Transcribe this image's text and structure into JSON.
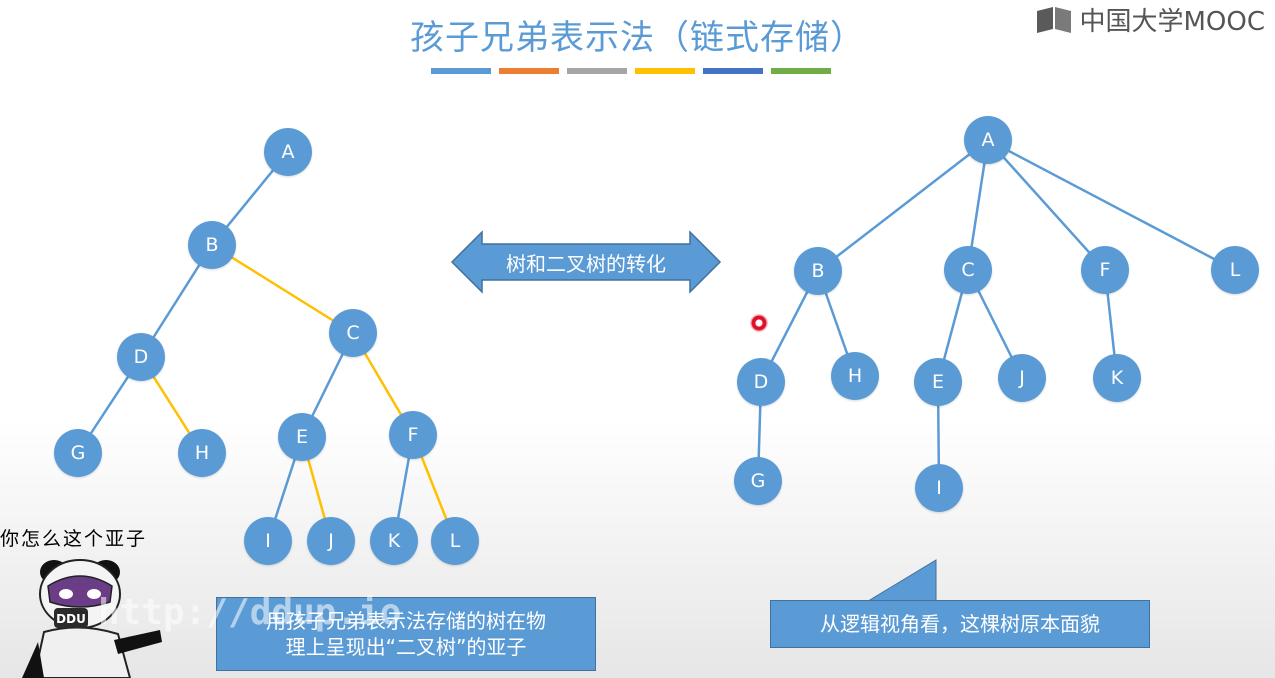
{
  "title": "孩子兄弟表示法（链式存储）",
  "logo_text": "中国大学MOOC",
  "color_bar": [
    "#5b9bd5",
    "#ed7d31",
    "#a5a5a5",
    "#ffc000",
    "#4472c4",
    "#70ad47"
  ],
  "left_tree": {
    "nodes": [
      "A",
      "B",
      "C",
      "D",
      "E",
      "F",
      "G",
      "H",
      "I",
      "J",
      "K",
      "L"
    ],
    "child_edges": [
      [
        "A",
        "B"
      ],
      [
        "B",
        "D"
      ],
      [
        "D",
        "G"
      ],
      [
        "C",
        "E"
      ],
      [
        "E",
        "I"
      ],
      [
        "F",
        "K"
      ]
    ],
    "sibling_edges": [
      [
        "B",
        "C"
      ],
      [
        "D",
        "H"
      ],
      [
        "C",
        "F"
      ],
      [
        "E",
        "J"
      ],
      [
        "F",
        "L"
      ]
    ],
    "child_edge_color": "#5b9bd5",
    "sibling_edge_color": "#ffc000"
  },
  "right_tree": {
    "nodes": [
      "A",
      "B",
      "C",
      "F",
      "L",
      "D",
      "H",
      "E",
      "J",
      "K",
      "G",
      "I"
    ],
    "edges": [
      [
        "A",
        "B"
      ],
      [
        "A",
        "C"
      ],
      [
        "A",
        "F"
      ],
      [
        "A",
        "L"
      ],
      [
        "B",
        "D"
      ],
      [
        "B",
        "H"
      ],
      [
        "C",
        "E"
      ],
      [
        "C",
        "J"
      ],
      [
        "F",
        "K"
      ],
      [
        "D",
        "G"
      ],
      [
        "E",
        "I"
      ]
    ]
  },
  "arrow_label": "树和二叉树的转化",
  "left_callout": [
    "用孩子兄弟表示法存储的树在物",
    "理上呈现出“二叉树”的亚子"
  ],
  "right_callout": "从逻辑视角看，这棵树原本面貌",
  "caption": "你怎么这个亚子",
  "watermark": "http://ddup.io",
  "sticker_badge": "DDU",
  "colors": {
    "node": "#5b9bd5",
    "title": "#5b9bd5",
    "callout_bg": "#5b9bd5",
    "pointer": "#e0102a"
  }
}
